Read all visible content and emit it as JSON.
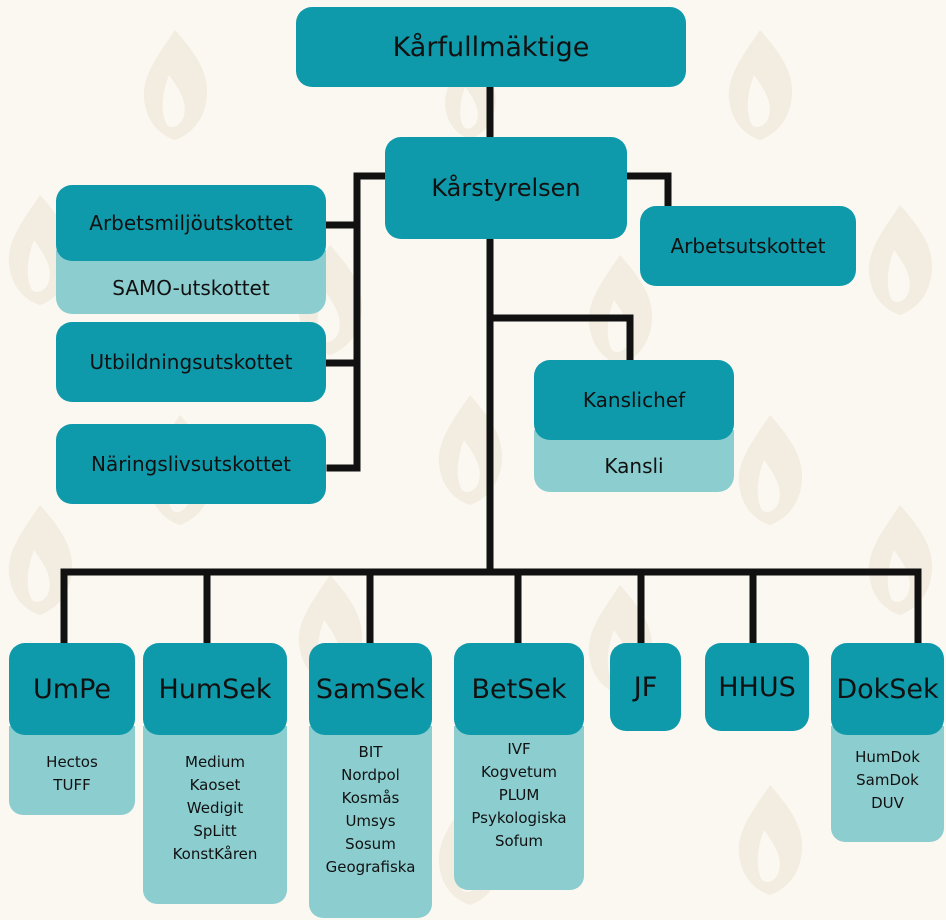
{
  "org": {
    "top": "Kårfullmäktige",
    "board": "Kårstyrelsen",
    "work_env_committee": "Arbetsmiljöutskottet",
    "samo_committee": "SAMO-utskottet",
    "education_committee": "Utbildningsutskottet",
    "business_committee": "Näringslivsutskottet",
    "work_committee": "Arbetsutskottet",
    "office_head": "Kanslichef",
    "office": "Kansli"
  },
  "sections": [
    {
      "name": "UmPe",
      "members": [
        "Hectos",
        "TUFF"
      ]
    },
    {
      "name": "HumSek",
      "members": [
        "Medium",
        "Kaoset",
        "Wedigit",
        "SpLitt",
        "KonstKåren"
      ]
    },
    {
      "name": "SamSek",
      "members": [
        "BIT",
        "Nordpol",
        "Kosmås",
        "Umsys",
        "Sosum",
        "Geografiska"
      ]
    },
    {
      "name": "BetSek",
      "members": [
        "IVF",
        "Kogvetum",
        "PLUM",
        "Psykologiska",
        "Sofum"
      ]
    },
    {
      "name": "JF",
      "members": []
    },
    {
      "name": "HHUS",
      "members": []
    },
    {
      "name": "DokSek",
      "members": [
        "HumDok",
        "SamDok",
        "DUV"
      ]
    }
  ],
  "colors": {
    "box_dark": "#0f9aab",
    "box_light": "#8ccdcf",
    "connector": "#111111",
    "background": "#fbf8f1",
    "watermark": "#f3ece0"
  }
}
